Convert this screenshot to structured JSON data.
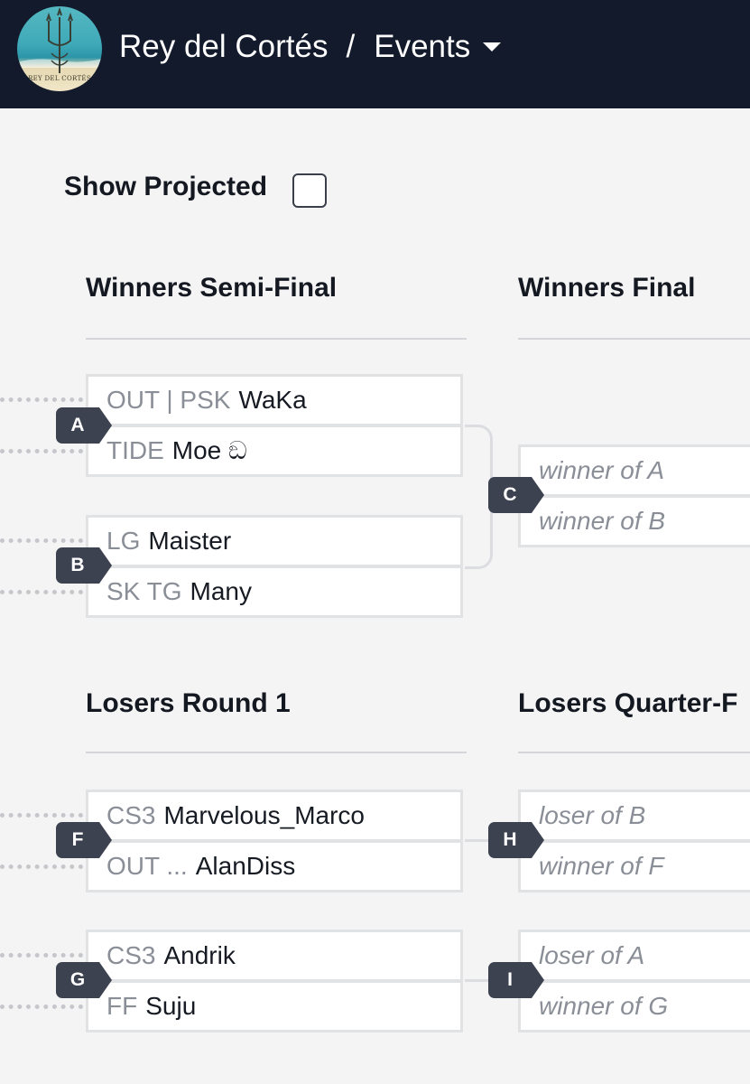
{
  "header": {
    "logo_text": "REY DEL CORTÉS",
    "title": "Rey del Cortés",
    "separator": "/",
    "section": "Events"
  },
  "show_projected": {
    "label": "Show Projected",
    "checked": false
  },
  "rounds": {
    "winners_semi": {
      "title": "Winners Semi-Final"
    },
    "winners_final": {
      "title": "Winners Final"
    },
    "losers_r1": {
      "title": "Losers Round 1"
    },
    "losers_qf": {
      "title": "Losers Quarter-F"
    }
  },
  "matches": {
    "A": {
      "id": "A",
      "top": {
        "prefix": "OUT | PSK",
        "name": "WaKa"
      },
      "bottom": {
        "prefix": "TIDE",
        "name": "Moe ඞ"
      }
    },
    "B": {
      "id": "B",
      "top": {
        "prefix": "LG",
        "name": "Maister"
      },
      "bottom": {
        "prefix": "SK TG",
        "name": "Many"
      }
    },
    "C": {
      "id": "C",
      "top": {
        "placeholder": "winner of A"
      },
      "bottom": {
        "placeholder": "winner of B"
      }
    },
    "F": {
      "id": "F",
      "top": {
        "prefix": "CS3",
        "name": "Marvelous_Marco"
      },
      "bottom": {
        "prefix": "OUT ...",
        "name": "AlanDiss"
      }
    },
    "G": {
      "id": "G",
      "top": {
        "prefix": "CS3",
        "name": "Andrik"
      },
      "bottom": {
        "prefix": "FF",
        "name": "Suju"
      }
    },
    "H": {
      "id": "H",
      "top": {
        "placeholder": "loser of B"
      },
      "bottom": {
        "placeholder": "winner of F"
      }
    },
    "I": {
      "id": "I",
      "top": {
        "placeholder": "loser of A"
      },
      "bottom": {
        "placeholder": "winner of G"
      }
    }
  }
}
